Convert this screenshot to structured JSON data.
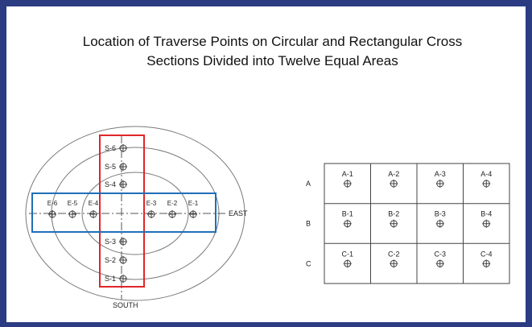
{
  "slide": {
    "title_line1": "Location of Traverse Points on Circular and Rectangular Cross",
    "title_line2": "Sections Divided into Twelve Equal Areas"
  },
  "circular": {
    "east_label": "EAST",
    "south_label": "SOUTH",
    "south_points": [
      "S-6",
      "S-5",
      "S-4",
      "S-3",
      "S-2",
      "S-1"
    ],
    "east_points": [
      "E-6",
      "E-5",
      "E-4",
      "E-3",
      "E-2",
      "E-1"
    ],
    "highlight_colors": {
      "south": "#e0262a",
      "east": "#1f6fb8"
    }
  },
  "rectangular": {
    "row_labels": [
      "A",
      "B",
      "C"
    ],
    "cells": [
      [
        "A-1",
        "A-2",
        "A-3",
        "A-4"
      ],
      [
        "B-1",
        "B-2",
        "B-3",
        "B-4"
      ],
      [
        "C-1",
        "C-2",
        "C-3",
        "C-4"
      ]
    ]
  },
  "colors": {
    "border": "#2b3c82"
  }
}
